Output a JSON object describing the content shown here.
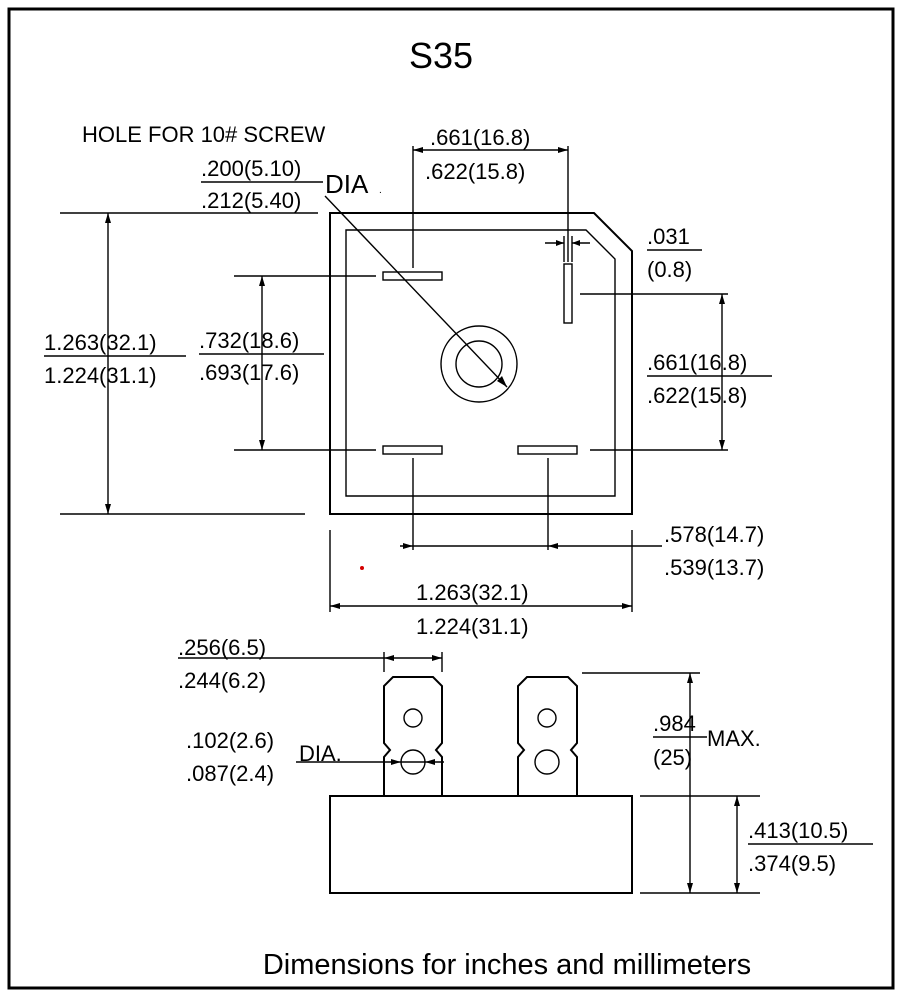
{
  "title": "S35",
  "caption": "Dimensions for inches and millimeters",
  "top_view": {
    "hole_note": "HOLE FOR 10# SCREW",
    "hole_dia_max": ".200(5.10)",
    "hole_dia_min": ".212(5.40)",
    "hole_dia_suffix": "DIA",
    "hole_dia_dot": ".",
    "terminal_spacing_top_max": ".661(16.8)",
    "terminal_spacing_top_min": ".622(15.8)",
    "terminal_width_max": ".031",
    "terminal_width_min": "(0.8)",
    "terminal_spacing_right_max": ".661(16.8)",
    "terminal_spacing_right_min": ".622(15.8)",
    "body_height_max": "1.263(32.1)",
    "body_height_min": "1.224(31.1)",
    "terminal_spacing_left_max": ".732(18.6)",
    "terminal_spacing_left_min": ".693(17.6)",
    "terminal_spacing_bottom_max": ".578(14.7)",
    "terminal_spacing_bottom_min": ".539(13.7)",
    "body_width_max": "1.263(32.1)",
    "body_width_min": "1.224(31.1)"
  },
  "side_view": {
    "tab_width_max": ".256(6.5)",
    "tab_width_min": ".244(6.2)",
    "tab_hole_max": ".102(2.6)",
    "tab_hole_min": ".087(2.4)",
    "tab_hole_suffix": "DIA.",
    "overall_height_max": ".984",
    "overall_height_min": "(25)",
    "overall_height_suffix": "MAX.",
    "body_thickness_max": ".413(10.5)",
    "body_thickness_min": ".374(9.5)"
  }
}
